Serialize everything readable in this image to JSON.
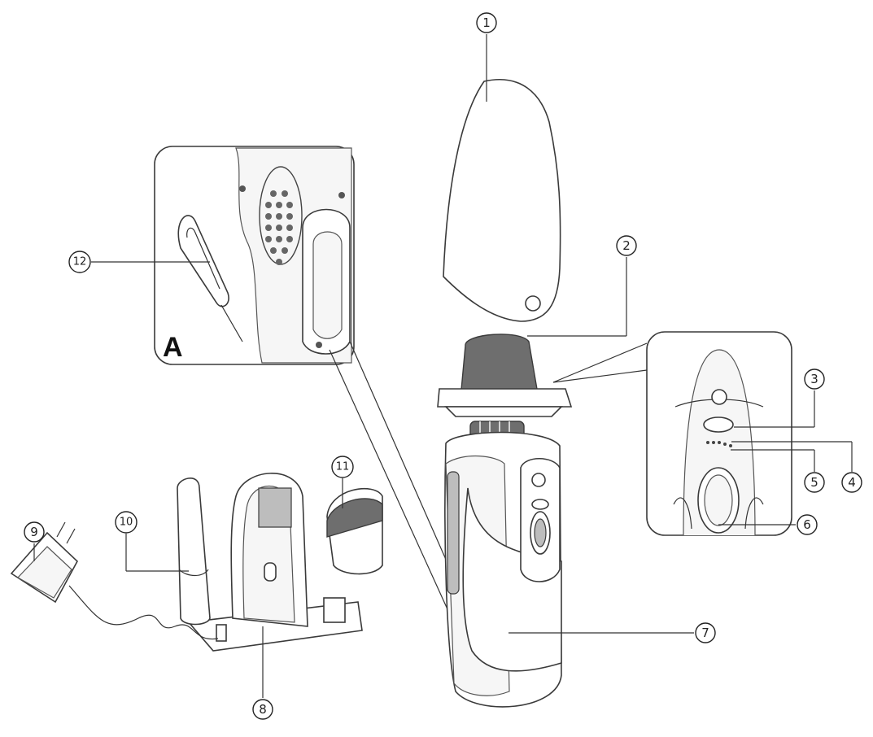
{
  "inset_label": "A",
  "callouts": [
    {
      "id": "1",
      "text": "1"
    },
    {
      "id": "2",
      "text": "2"
    },
    {
      "id": "3",
      "text": "3"
    },
    {
      "id": "4",
      "text": "4"
    },
    {
      "id": "5",
      "text": "5"
    },
    {
      "id": "6",
      "text": "6"
    },
    {
      "id": "7",
      "text": "7"
    },
    {
      "id": "8",
      "text": "8"
    },
    {
      "id": "9",
      "text": "9"
    },
    {
      "id": "10",
      "text": "10"
    },
    {
      "id": "11",
      "text": "11"
    },
    {
      "id": "12",
      "text": "12"
    }
  ]
}
